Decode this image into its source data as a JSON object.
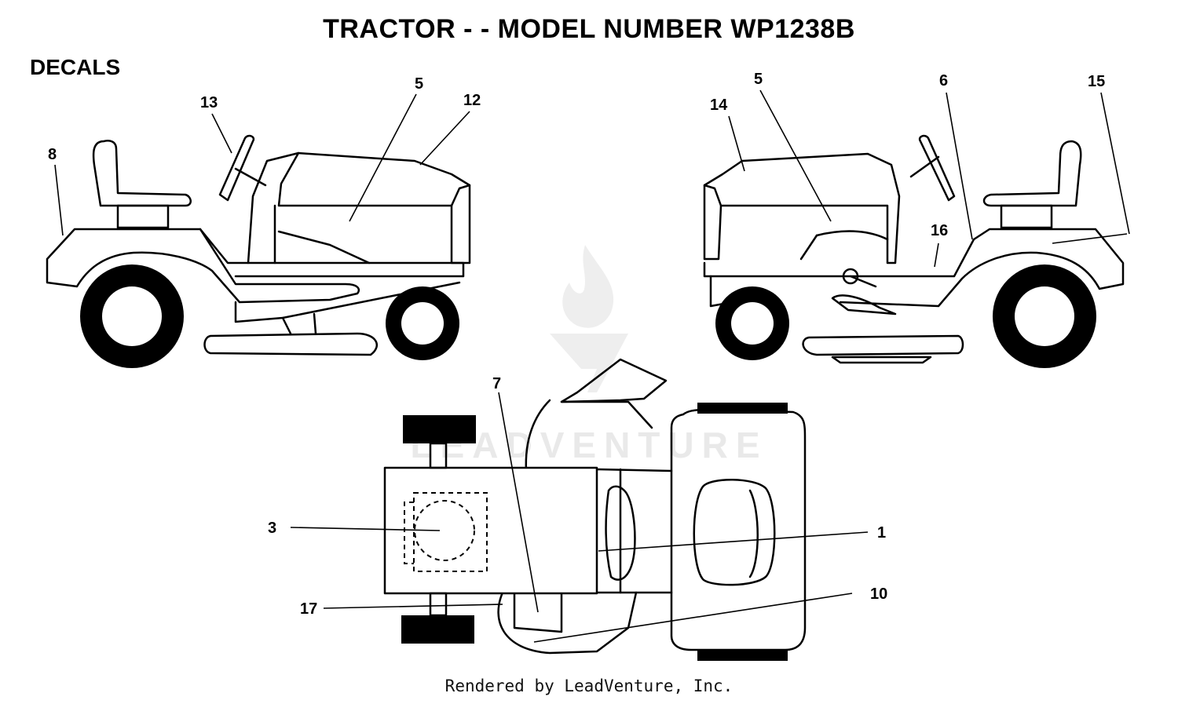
{
  "header": {
    "title": "TRACTOR - - MODEL NUMBER WP1238B"
  },
  "section": {
    "label": "DECALS"
  },
  "callouts": {
    "left_view": [
      "8",
      "13",
      "5",
      "12"
    ],
    "right_view": [
      "5",
      "14",
      "6",
      "15",
      "16"
    ],
    "top_view": [
      "7",
      "3",
      "1",
      "17",
      "10"
    ]
  },
  "watermark": {
    "text": "LEADVENTURE"
  },
  "footer": {
    "credit": "Rendered by LeadVenture, Inc."
  },
  "colors": {
    "ink": "#000000",
    "paper": "#ffffff",
    "watermark": "#e9e9e9"
  }
}
